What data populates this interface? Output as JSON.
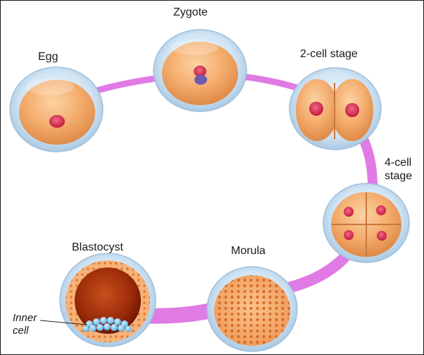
{
  "labels": {
    "egg": "Egg",
    "zygote": "Zygote",
    "two_cell": "2-cell stage",
    "four_cell_line1": "4-cell",
    "four_cell_line2": "stage",
    "morula": "Morula",
    "blastocyst": "Blastocyst",
    "inner_cell_line1": "Inner",
    "inner_cell_line2": "cell"
  },
  "colors": {
    "ring": "#e27ae6",
    "cell_fill": "#f2a462",
    "cell_light": "#fbc894",
    "envelope": "#cfe3f3",
    "nucleus": "#d8284a",
    "morula_dot": "#d45c20",
    "blastocyst_cavity": "#8c1f05",
    "inner_cells": "#8ccdf2"
  }
}
